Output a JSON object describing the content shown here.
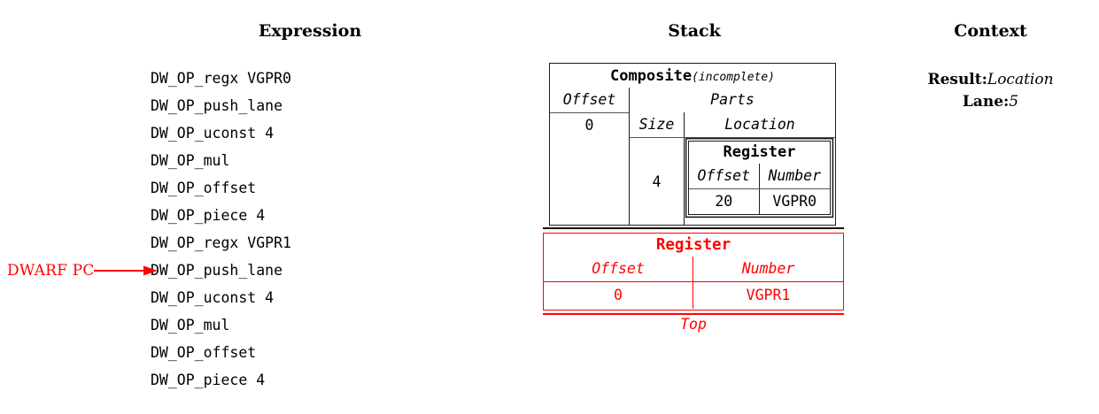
{
  "headers": {
    "expression": "Expression",
    "stack": "Stack",
    "context": "Context"
  },
  "expression": {
    "lines": [
      "DW_OP_regx VGPR0",
      "DW_OP_push_lane",
      "DW_OP_uconst 4",
      "DW_OP_mul",
      "DW_OP_offset",
      "DW_OP_piece 4",
      "DW_OP_regx VGPR1",
      "DW_OP_push_lane",
      "DW_OP_uconst 4",
      "DW_OP_mul",
      "DW_OP_offset",
      "DW_OP_piece 4"
    ],
    "pc_marker": {
      "label": "DWARF PC",
      "points_to_line_index": 7,
      "color": "#ff0000"
    }
  },
  "stack": {
    "composite": {
      "title": "Composite",
      "title_suffix": "(incomplete)",
      "offset_header": "Offset",
      "offset_value": "0",
      "parts_header": "Parts",
      "size_header": "Size",
      "location_header": "Location",
      "size_value": "4",
      "location": {
        "title": "Register",
        "offset_header": "Offset",
        "number_header": "Number",
        "offset_value": "20",
        "number_value": "VGPR0"
      }
    },
    "top_entry": {
      "title": "Register",
      "offset_header": "Offset",
      "number_header": "Number",
      "offset_value": "0",
      "number_value": "VGPR1",
      "top_label": "Top",
      "color": "#ff0000"
    }
  },
  "context": {
    "result_key": "Result:",
    "result_value": "Location",
    "lane_key": "Lane:",
    "lane_value": "5"
  }
}
